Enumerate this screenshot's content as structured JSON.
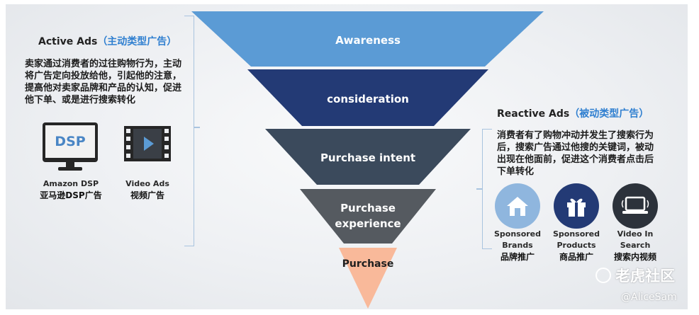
{
  "left_panel": {
    "title_en": "Active Ads",
    "title_cn": "（主动类型广告）",
    "description": "卖家通过消费者的过往购物行为，主动将广告定向投放给他，引起他的注意，提高他对卖家品牌和产品的认知，促进他下单、或是进行搜索转化",
    "items": [
      {
        "icon": "monitor-icon",
        "icon_text": "DSP",
        "label_en": "Amazon DSP",
        "label_cn": "亚马逊DSP广告"
      },
      {
        "icon": "film-play-icon",
        "label_en": "Video Ads",
        "label_cn": "视频广告"
      }
    ]
  },
  "funnel": {
    "stages": [
      {
        "label": "Awareness",
        "color": "#5b9bd5"
      },
      {
        "label": "consideration",
        "color": "#233a75"
      },
      {
        "label": "Purchase intent",
        "color": "#3b4a5c"
      },
      {
        "label": "Purchase\nexperience",
        "color": "#555a60"
      },
      {
        "label": "Purchase",
        "color": "#f9b99a"
      }
    ]
  },
  "right_panel": {
    "title_en": "Reactive Ads",
    "title_cn": "（被动类型广告）",
    "description": "消费者有了购物冲动并发生了搜索行为后，搜索广告通过他搜的关键词，被动出现在他面前，促进这个消费者点击后下单转化",
    "items": [
      {
        "icon": "house-icon",
        "circle_color": "#8fb6de",
        "label_en": "Sponsored\nBrands",
        "label_cn": "品牌推广"
      },
      {
        "icon": "gift-icon",
        "circle_color": "#233a75",
        "label_en": "Sponsored\nProducts",
        "label_cn": "商品推广"
      },
      {
        "icon": "laptop-icon",
        "circle_color": "#2c323b",
        "label_en": "Video In\nSearch",
        "label_cn": "搜索内视频"
      }
    ]
  },
  "watermark": {
    "brand": "老虎社区",
    "handle": "@AliceSam"
  }
}
